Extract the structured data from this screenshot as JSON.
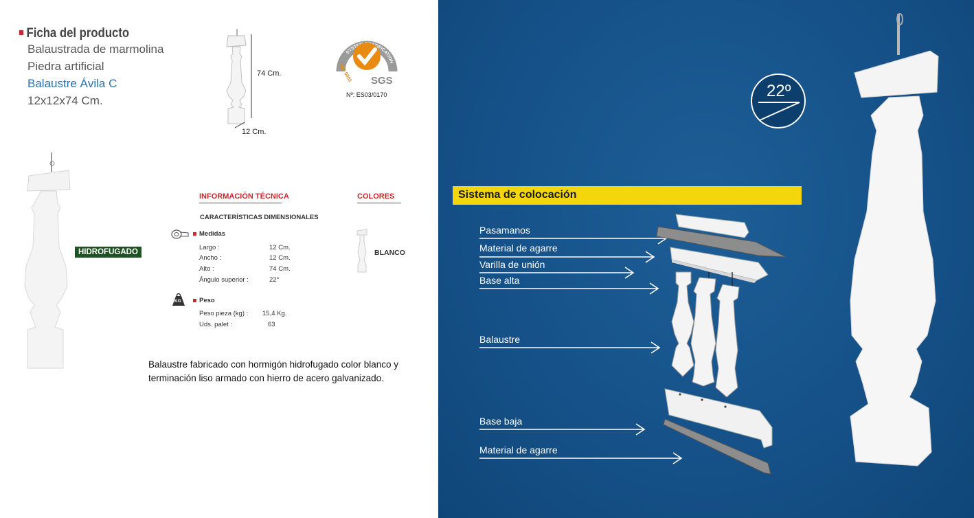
{
  "ficha": {
    "title": "Ficha del producto",
    "line1": "Balaustrada de marmolina",
    "line2": "Piedra artificial",
    "line3": "Balaustre Ávila C",
    "line4": "12x12x74 Cm."
  },
  "dimension_labels": {
    "height": "74 Cm.",
    "width": "12 Cm."
  },
  "certification": {
    "ring_text": "SYSTEM CERTIFICATION",
    "iso": "ISO 9001",
    "brand": "SGS",
    "number": "Nº: ES03/0170"
  },
  "badge": "HIDROFUGADO",
  "info": {
    "heading": "INFORMACIÓN TÉCNICA",
    "subheading": "CARACTERÍSTICAS DIMENSIONALES",
    "medidas_title": "Medidas",
    "medidas": [
      {
        "label": "Largo :",
        "value": "12 Cm."
      },
      {
        "label": "Ancho :",
        "value": "12 Cm."
      },
      {
        "label": "Alto :",
        "value": "74 Cm."
      },
      {
        "label": "Ángulo superior :",
        "value": "22°"
      }
    ],
    "peso_title": "Peso",
    "peso_icon_text": "KG",
    "peso": [
      {
        "label": "Peso pieza (kg) :",
        "value": "15,4 Kg."
      },
      {
        "label": "Uds. palet :",
        "value": "63"
      }
    ]
  },
  "colores": {
    "heading": "COLORES",
    "value": "BLANCO"
  },
  "description": "Balaustre fabricado con hormigón hidrofugado color blanco y terminación liso armado con hierro de acero galvanizado.",
  "sistema": {
    "title": "Sistema de colocación",
    "labels": [
      "Pasamanos",
      "Material de agarre",
      "Varilla de unión",
      "Base alta",
      "Balaustre",
      "Base baja",
      "Material de agarre"
    ]
  },
  "angle": "22º",
  "colors": {
    "red": "#c8282e",
    "blue_bg": "#17548c",
    "yellow": "#f4d60c",
    "green_badge": "#1f5223",
    "sgs_orange": "#e98a12"
  }
}
